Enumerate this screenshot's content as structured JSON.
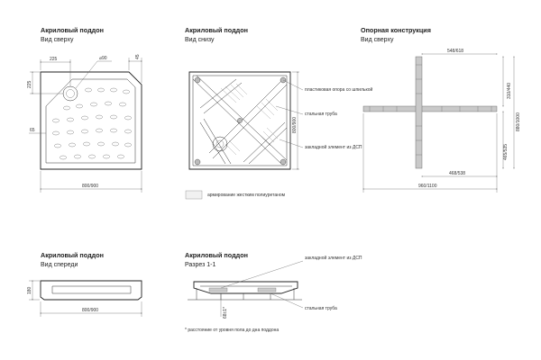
{
  "views": {
    "top": {
      "title": "Акриловый поддон",
      "subtitle": "Вид сверху"
    },
    "bottom": {
      "title": "Акриловый поддон",
      "subtitle": "Вид снизу"
    },
    "frame": {
      "title": "Опорная конструкция",
      "subtitle": "Вид сверху"
    },
    "front": {
      "title": "Акриловый поддон",
      "subtitle": "Вид спереди"
    },
    "section": {
      "title": "Акриловый поддон",
      "subtitle": "Разрез 1-1"
    }
  },
  "dims": {
    "top_225_h": "225",
    "top_225_v": "225",
    "drain_d": "⌀90",
    "top_45": "45",
    "top_65": "65",
    "top_width": "800/900",
    "side_height": "800/900",
    "frame_548": "548/618",
    "frame_310": "310/440",
    "frame_468": "468/538",
    "frame_960": "960/1100",
    "frame_880": "880/1000",
    "frame_465": "465/535",
    "front_width": "800/900",
    "front_h": "180",
    "section_h": "68±1*"
  },
  "labels": {
    "plastic_support": "пластиковая опора со шпилькой",
    "steel_pipe": "стальная труба",
    "embedded_element": "закладной элемент из ДСП",
    "embedded_element_2": "закладной элемент из ДСП",
    "steel_pipe_2": "стальная труба",
    "legend": "армирование жестким полиуретаном",
    "footnote": "* расстояние от уровня пола до дна поддона"
  }
}
